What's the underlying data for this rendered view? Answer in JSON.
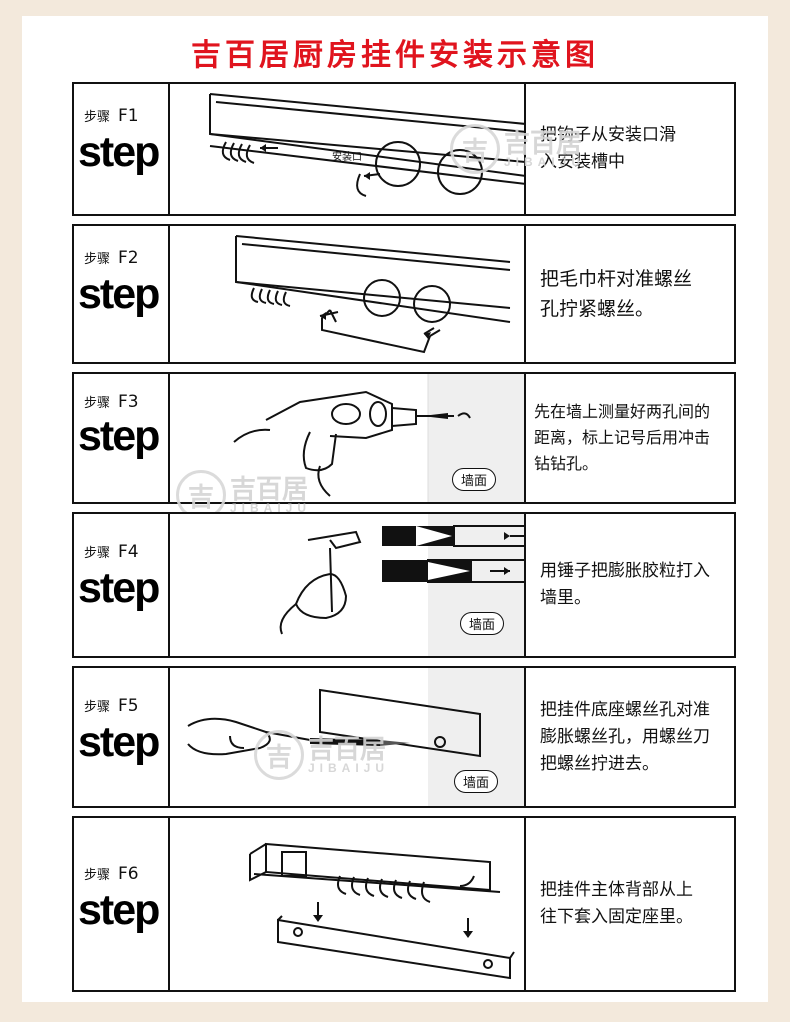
{
  "title": "吉百居厨房挂件安装示意图",
  "watermark": {
    "cn": "吉百居",
    "en": "JIBAIJU",
    "mark": "吉"
  },
  "steps": [
    {
      "prefix": "步骤",
      "code": "F1",
      "word": "step",
      "text": "把钩子从安装口滑入安装槽中",
      "img_label": "安装口"
    },
    {
      "prefix": "步骤",
      "code": "F2",
      "word": "step",
      "text": "把毛巾杆对准螺丝孔拧紧螺丝。"
    },
    {
      "prefix": "步骤",
      "code": "F3",
      "word": "step",
      "text": "先在墙上测量好两孔间的距离，标上记号后用冲击钻钻孔。",
      "img_label": "墙面"
    },
    {
      "prefix": "步骤",
      "code": "F4",
      "word": "step",
      "text": "用锤子把膨胀胶粒打入墙里。",
      "img_label": "墙面"
    },
    {
      "prefix": "步骤",
      "code": "F5",
      "word": "step",
      "text": "把挂件底座螺丝孔对准膨胀螺丝孔，用螺丝刀把螺丝拧进去。",
      "img_label": "墙面"
    },
    {
      "prefix": "步骤",
      "code": "F6",
      "word": "step",
      "text": "把挂件主体背部从上往下套入固定座里。"
    }
  ],
  "colors": {
    "title": "#e0141e",
    "background": "#f3e9dc",
    "wall": "#efefef"
  }
}
